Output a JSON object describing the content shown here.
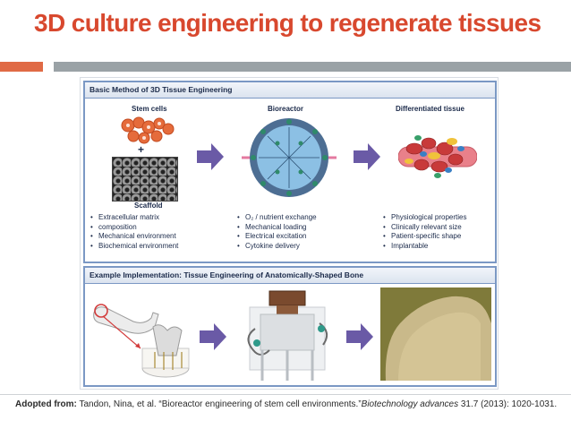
{
  "slide": {
    "title": "3D culture engineering to regenerate tissues"
  },
  "figure": {
    "top_panel": {
      "header": "Basic Method of 3D Tissue Engineering",
      "columns": [
        {
          "title": "Stem cells",
          "subtitle": "Scaffold",
          "bullets": [
            "Extracellular matrix",
            "composition",
            "Mechanical environment",
            "Biochemical environment"
          ]
        },
        {
          "title": "Bioreactor",
          "bullets": [
            "O₂ / nutrient exchange",
            "Mechanical loading",
            "Electrical excitation",
            "Cytokine delivery"
          ]
        },
        {
          "title": "Differentiated tissue",
          "bullets": [
            "Physiological properties",
            "Clinically relevant size",
            "Patient-specific shape",
            "Implantable"
          ]
        }
      ],
      "plus_sign": "+"
    },
    "bottom_panel": {
      "header": "Example Implementation: Tissue Engineering of Anatomically-Shaped Bone"
    },
    "colors": {
      "panel_border": "#7b98c4",
      "arrow": "#6a5aa6",
      "cells": "#e56b3b",
      "tissue_pink": "#e9808a"
    }
  },
  "citation": {
    "label": "Adopted from:",
    "text_before": " Tandon, Nina, et al. “Bioreactor engineering of stem cell environments.”",
    "journal": "Biotechnology advances",
    "text_after": " 31.7 (2013): 1020-1031."
  }
}
